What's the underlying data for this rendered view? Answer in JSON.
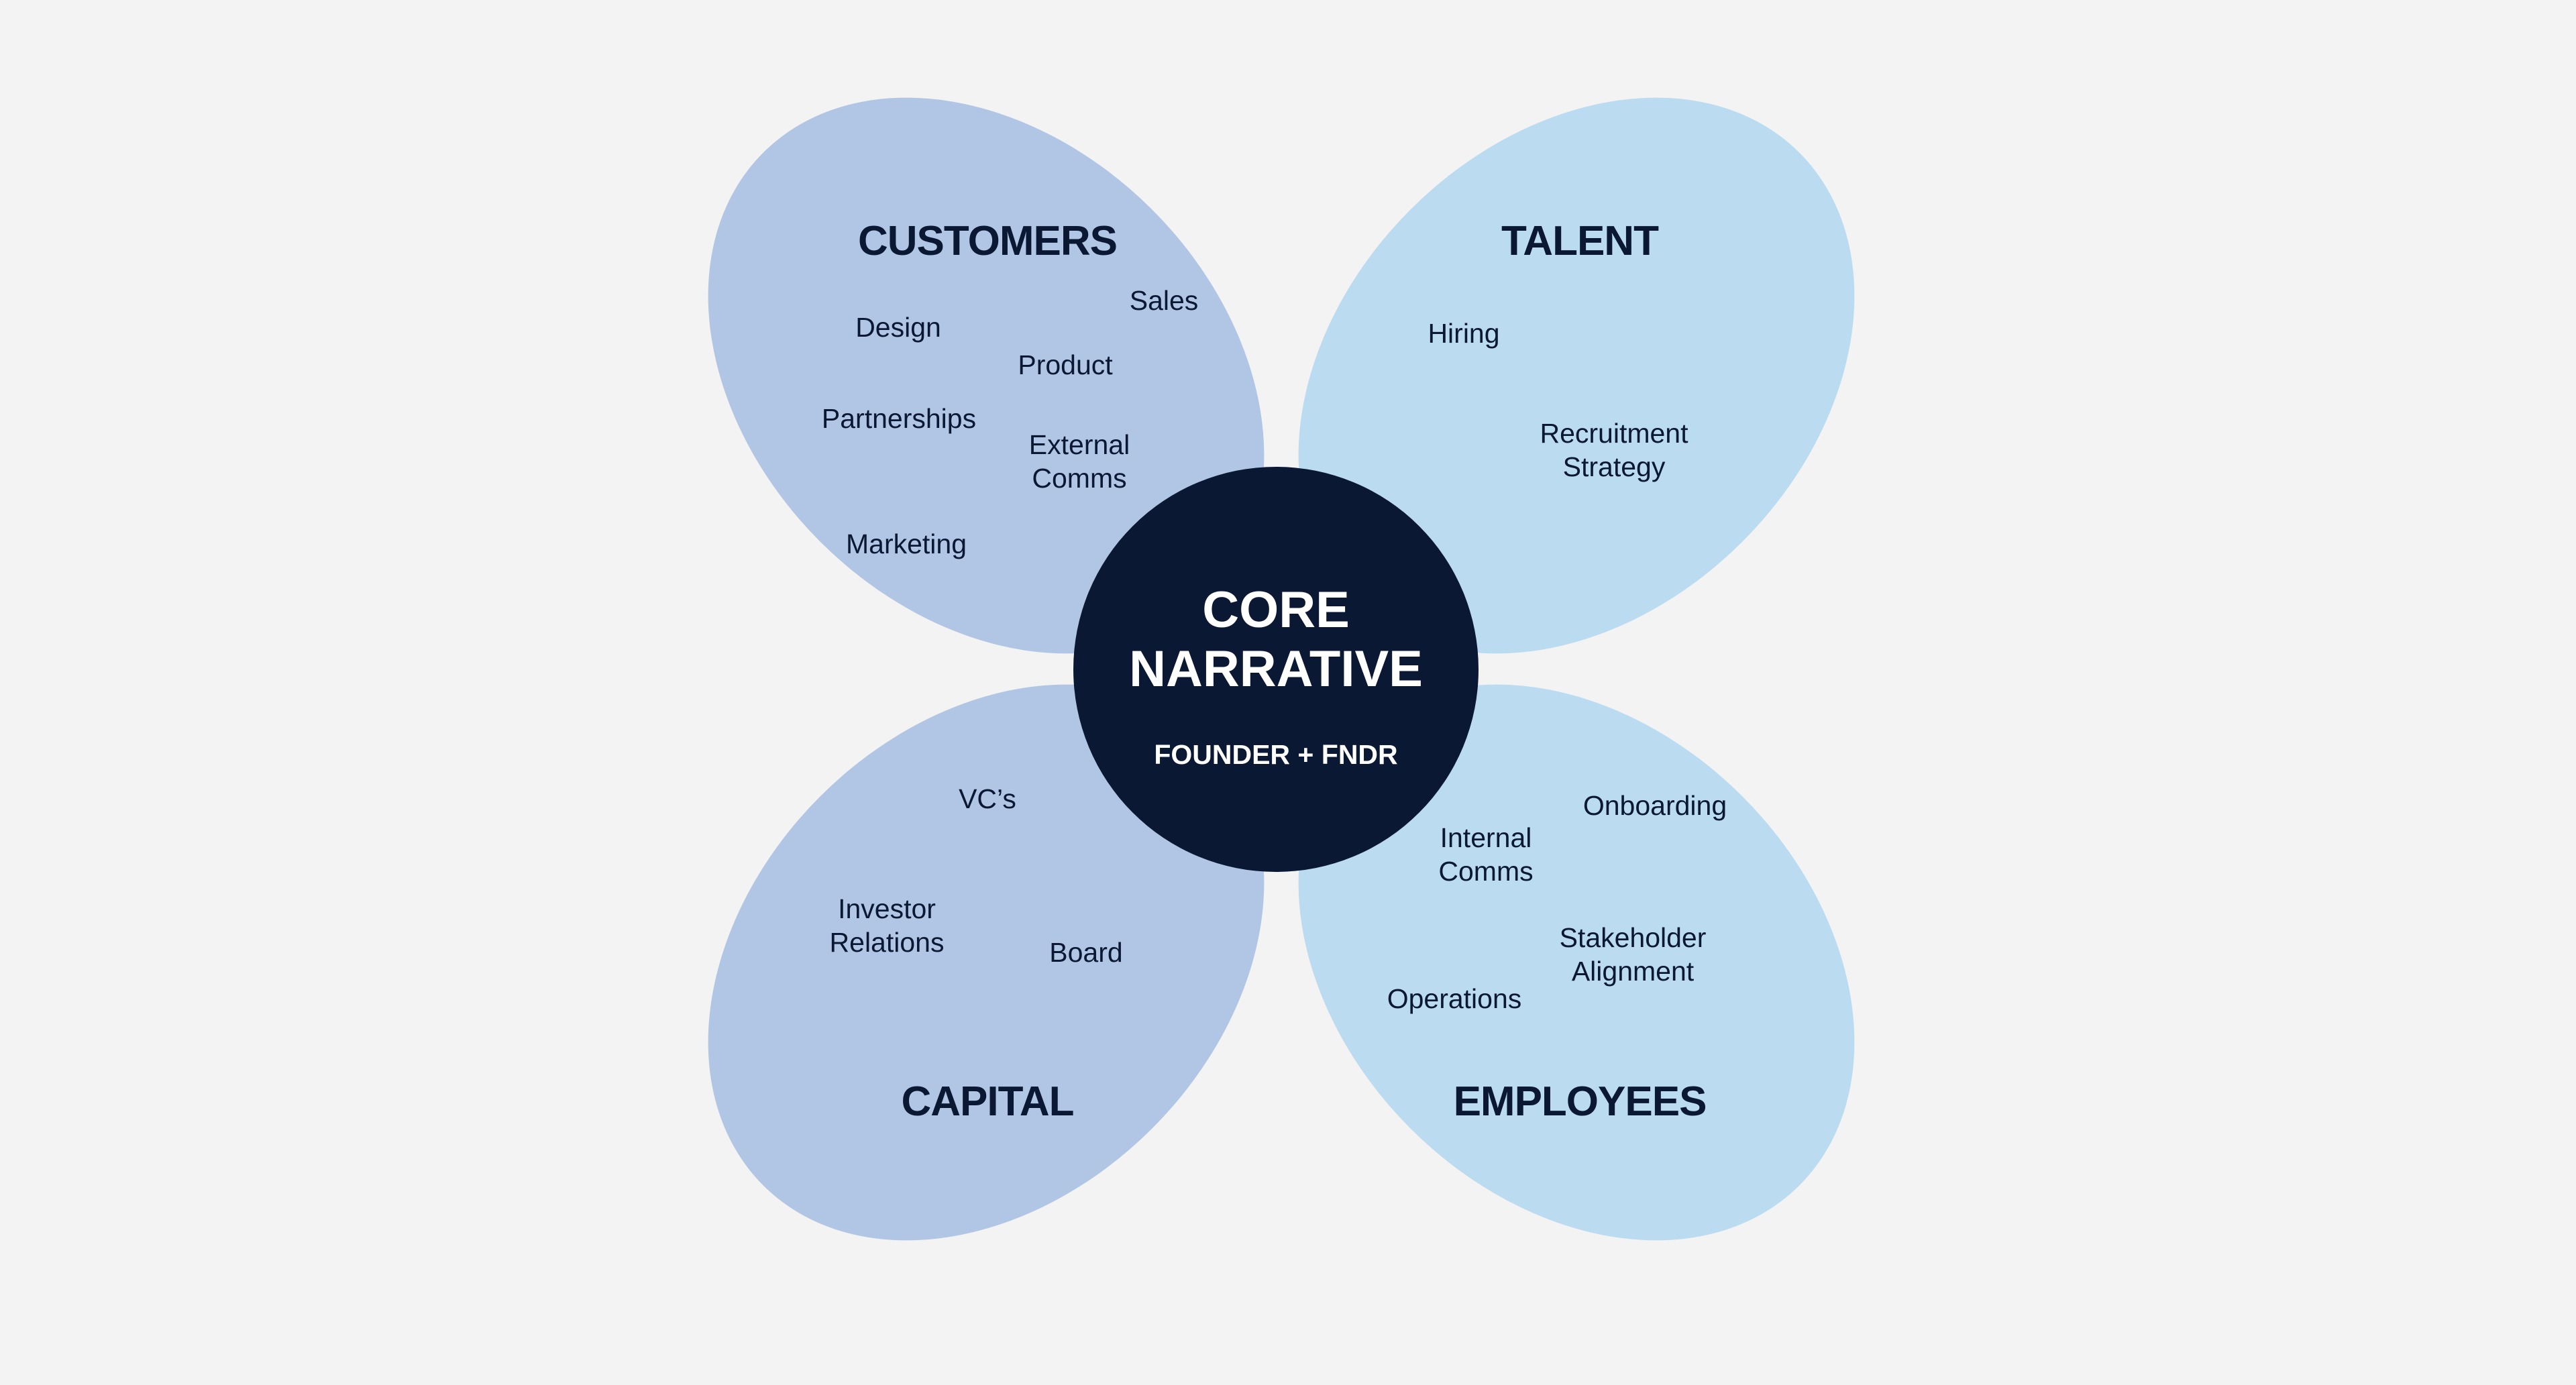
{
  "colors": {
    "background": "#f3f3f3",
    "customers_capital_fill": "#b1c6e4",
    "talent_employees_fill": "#bbdbf1",
    "overlap_vertical": "#5293d0",
    "overlap_left": "#3d6db4",
    "overlap_right": "#7dc4eb",
    "core_fill": "#0a1833",
    "text_dark": "#0a1833",
    "text_light": "#ffffff"
  },
  "core": {
    "title_line1": "CORE",
    "title_line2": "NARRATIVE",
    "subtitle": "FOUNDER + FNDR"
  },
  "petals": {
    "customers": {
      "title": "CUSTOMERS",
      "items": [
        "Sales",
        "Design",
        "Product",
        "Partnerships",
        "External",
        "Comms",
        "Marketing"
      ]
    },
    "talent": {
      "title": "TALENT",
      "items": [
        "Hiring",
        "Recruitment",
        "Strategy"
      ]
    },
    "capital": {
      "title": "CAPITAL",
      "items": [
        "VC’s",
        "Investor",
        "Relations",
        "Board"
      ]
    },
    "employees": {
      "title": "EMPLOYEES",
      "items": [
        "Onboarding",
        "Internal",
        "Comms",
        "Stakeholder",
        "Alignment",
        "Operations"
      ]
    }
  }
}
